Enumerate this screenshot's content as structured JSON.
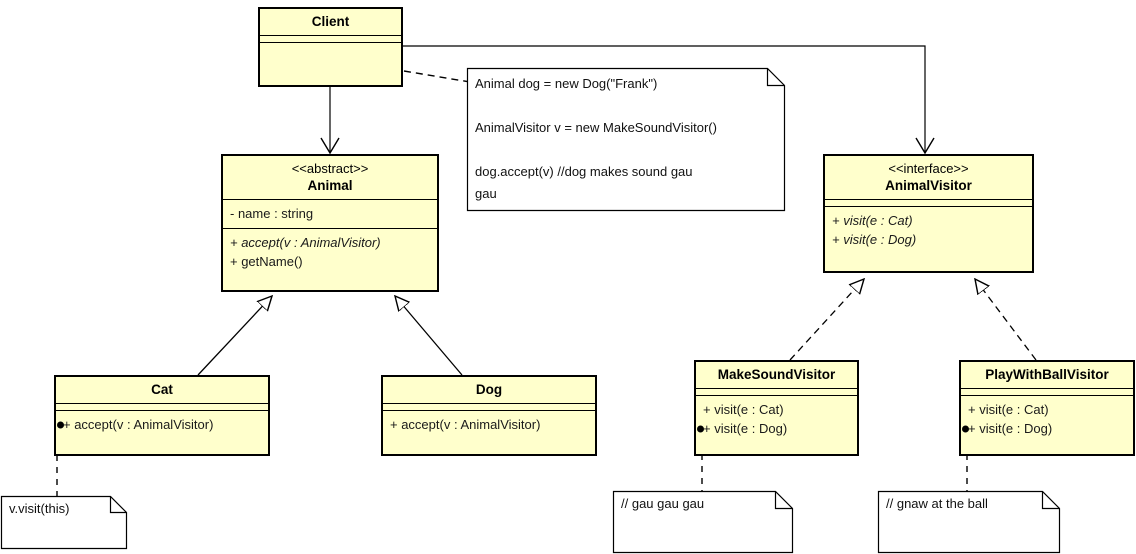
{
  "diagram": {
    "title": "Visitor pattern UML class diagram",
    "colors": {
      "class_fill": "#ffffcc",
      "class_border": "#000000",
      "note_fill": "#ffffff",
      "note_border": "#000000",
      "line": "#000000",
      "background": "#ffffff"
    }
  },
  "classes": {
    "client": {
      "name": "Client",
      "stereotype": "",
      "attributes": [],
      "operations": []
    },
    "animal": {
      "name": "Animal",
      "stereotype": "<<abstract>>",
      "attributes": [
        "- name : string"
      ],
      "operations": [
        "+ accept(v : AnimalVisitor)",
        "+ getName()"
      ]
    },
    "animal_visitor": {
      "name": "AnimalVisitor",
      "stereotype": "<<interface>>",
      "attributes": [],
      "operations": [
        "+ visit(e : Cat)",
        "+ visit(e : Dog)"
      ]
    },
    "cat": {
      "name": "Cat",
      "stereotype": "",
      "attributes": [],
      "operations": [
        "+ accept(v : AnimalVisitor)"
      ]
    },
    "dog": {
      "name": "Dog",
      "stereotype": "",
      "attributes": [],
      "operations": [
        "+ accept(v : AnimalVisitor)"
      ]
    },
    "make_sound_visitor": {
      "name": "MakeSoundVisitor",
      "stereotype": "",
      "attributes": [],
      "operations": [
        "+ visit(e : Cat)",
        "+ visit(e : Dog)"
      ]
    },
    "play_with_ball_visitor": {
      "name": "PlayWithBallVisitor",
      "stereotype": "",
      "attributes": [],
      "operations": [
        "+ visit(e : Cat)",
        "+ visit(e : Dog)"
      ]
    }
  },
  "notes": {
    "client_note": "Animal dog = new Dog(\"Frank\")\n\nAnimalVisitor v = new MakeSoundVisitor()\n\ndog.accept(v) //dog makes sound gau\ngau",
    "cat_note": "v.visit(this)",
    "make_sound_note": "// gau gau gau",
    "play_with_ball_note": "// gnaw at the ball"
  },
  "relationships": [
    {
      "from": "Client",
      "to": "Animal",
      "type": "association-directed"
    },
    {
      "from": "Client",
      "to": "AnimalVisitor",
      "type": "association-directed"
    },
    {
      "from": "Client",
      "to": "client_note",
      "type": "note-anchor"
    },
    {
      "from": "Cat",
      "to": "Animal",
      "type": "generalization"
    },
    {
      "from": "Dog",
      "to": "Animal",
      "type": "generalization"
    },
    {
      "from": "MakeSoundVisitor",
      "to": "AnimalVisitor",
      "type": "realization"
    },
    {
      "from": "PlayWithBallVisitor",
      "to": "AnimalVisitor",
      "type": "realization"
    },
    {
      "from": "Cat.accept",
      "to": "cat_note",
      "type": "note-anchor"
    },
    {
      "from": "MakeSoundVisitor.visit(e : Dog)",
      "to": "make_sound_note",
      "type": "note-anchor"
    },
    {
      "from": "PlayWithBallVisitor.visit(e : Dog)",
      "to": "play_with_ball_note",
      "type": "note-anchor"
    }
  ]
}
